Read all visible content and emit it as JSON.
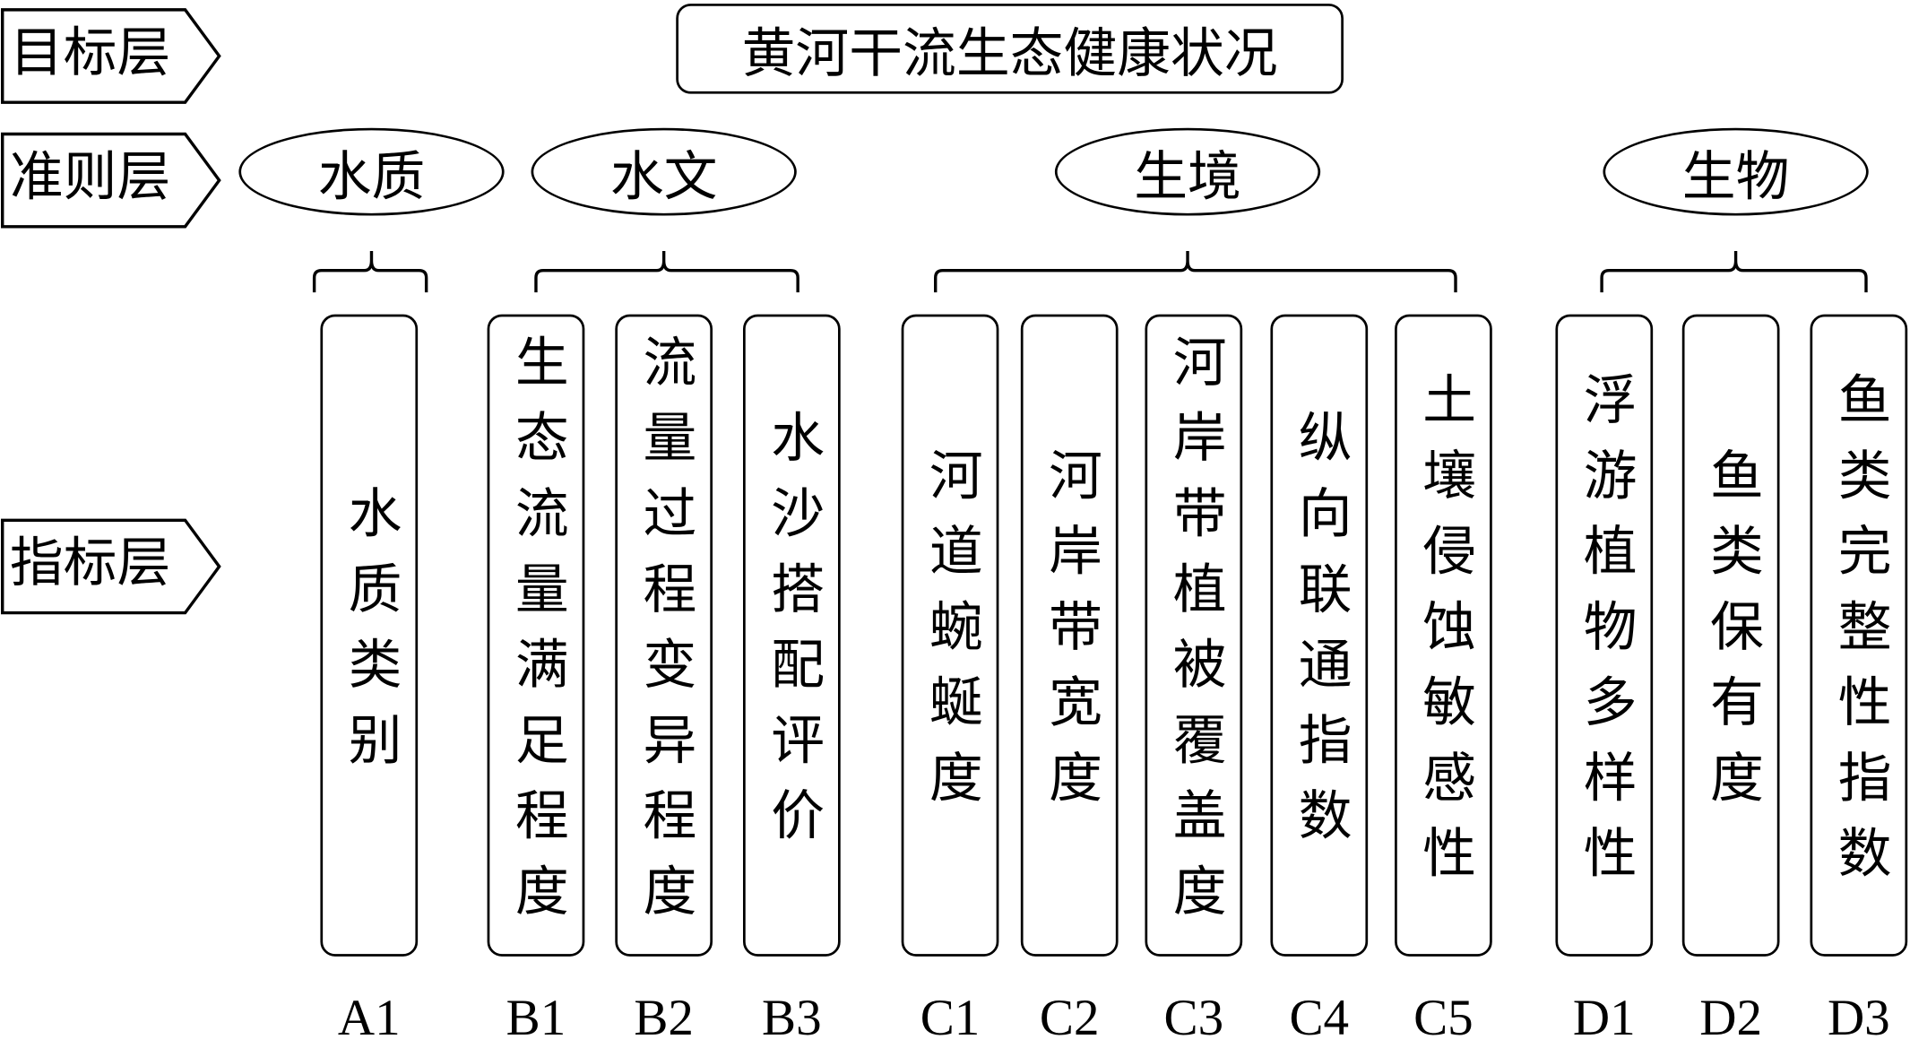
{
  "layers": {
    "target": "目标层",
    "criteria": "准则层",
    "indicator": "指标层"
  },
  "title": "黄河干流生态健康状况",
  "criteria": [
    {
      "label": "水质",
      "indicators": [
        {
          "code": "A1",
          "name": "水质类别"
        }
      ]
    },
    {
      "label": "水文",
      "indicators": [
        {
          "code": "B1",
          "name": "生态流量满足程度"
        },
        {
          "code": "B2",
          "name": "流量过程变异程度"
        },
        {
          "code": "B3",
          "name": "水沙搭配评价"
        }
      ]
    },
    {
      "label": "生境",
      "indicators": [
        {
          "code": "C1",
          "name": "河道蜿蜒度"
        },
        {
          "code": "C2",
          "name": "河岸带宽度"
        },
        {
          "code": "C3",
          "name": "河岸带植被覆盖度"
        },
        {
          "code": "C4",
          "name": "纵向联通指数"
        },
        {
          "code": "C5",
          "name": "土壤侵蚀敏感性"
        }
      ]
    },
    {
      "label": "生物",
      "indicators": [
        {
          "code": "D1",
          "name": "浮游植物多样性"
        },
        {
          "code": "D2",
          "name": "鱼类保有度"
        },
        {
          "code": "D3",
          "name": "鱼类完整性指数"
        }
      ]
    }
  ]
}
